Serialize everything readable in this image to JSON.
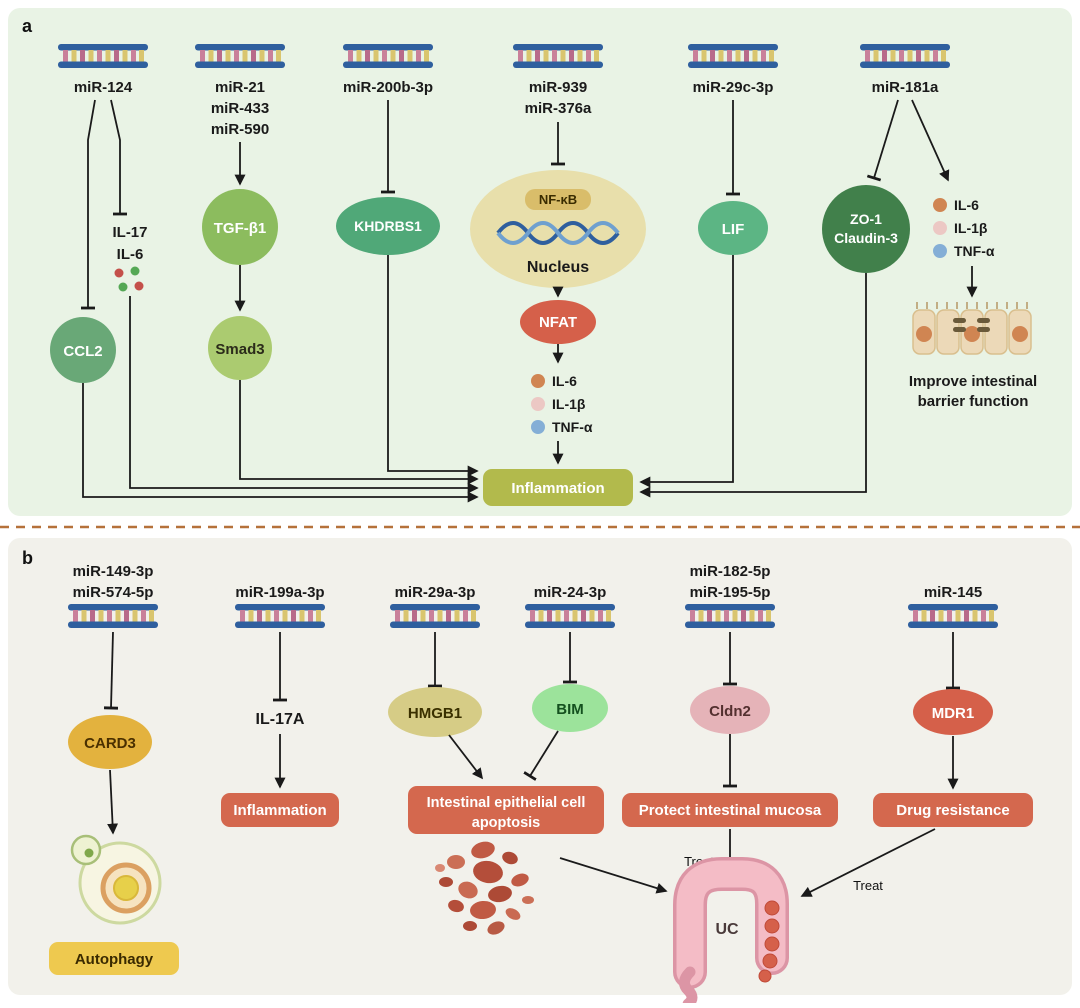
{
  "panel_a": {
    "label": "a",
    "mir_124": "miR-124",
    "mir_21": "miR-21",
    "mir_433": "miR-433",
    "mir_590": "miR-590",
    "mir_200b_3p": "miR-200b-3p",
    "mir_939": "miR-939",
    "mir_376a": "miR-376a",
    "mir_29c_3p": "miR-29c-3p",
    "mir_181a": "miR-181a",
    "il_17": "IL-17",
    "il_6": "IL-6",
    "ccl2": "CCL2",
    "tgf_b1": "TGF-β1",
    "smad3": "Smad3",
    "khdrbs1": "KHDRBS1",
    "nf_kb": "NF-κB",
    "nucleus": "Nucleus",
    "nfat": "NFAT",
    "nfat_il6": "IL-6",
    "nfat_il1b": "IL-1β",
    "nfat_tnfa": "TNF-α",
    "lif": "LIF",
    "zo_1": "ZO-1",
    "claudin_3": "Claudin-3",
    "barrier_il6": "IL-6",
    "barrier_il1b": "IL-1β",
    "barrier_tnfa": "TNF-α",
    "barrier_caption_line1": "Improve intestinal",
    "barrier_caption_line2": "barrier function",
    "inflammation": "Inflammation"
  },
  "panel_b": {
    "label": "b",
    "mir_149_3p": "miR-149-3p",
    "mir_574_5p": "miR-574-5p",
    "mir_199a_3p": "miR-199a-3p",
    "mir_29a_3p": "miR-29a-3p",
    "mir_24_3p": "miR-24-3p",
    "mir_182_5p": "miR-182-5p",
    "mir_195_5p": "miR-195-5p",
    "mir_145": "miR-145",
    "card3": "CARD3",
    "autophagy": "Autophagy",
    "il_17a": "IL-17A",
    "inflammation": "Inflammation",
    "hmgb1": "HMGB1",
    "bim": "BIM",
    "apoptosis_line1": "Intestinal epithelial cell",
    "apoptosis_line2": "apoptosis",
    "cldn2": "Cldn2",
    "protect_mucosa": "Protect intestinal mucosa",
    "mdr1": "MDR1",
    "drug_resistance": "Drug resistance",
    "treat_left": "Treat",
    "treat_right": "Treat",
    "uc": "UC"
  },
  "colors": {
    "panel_a_bg": "#e9f3e5",
    "panel_b_bg": "#f2f1eb",
    "divider": "#b5713a",
    "line": "#1a1a1a",
    "mirna_strand_blue": "#2f5f9e",
    "mirna_stripe_pink": "#c9809a",
    "mirna_stripe_gold": "#d9c56e",
    "ccl2_fill": "#69a877",
    "tgfb1_fill": "#8cbc5e",
    "smad3_fill": "#abcb70",
    "khdrbs1_fill": "#50a878",
    "nucleus_fill": "#e8dfab",
    "nfkb_fill": "#d9bd6a",
    "nfat_fill": "#d5604a",
    "lif_fill": "#5cb584",
    "zo1_fill": "#41804b",
    "inflammation_a_fill": "#b2ba4c",
    "il6_dot": "#d08552",
    "il1b_dot": "#ecc8c4",
    "tnfa_dot": "#84aed6",
    "card3_fill": "#e3b23e",
    "autophagy_fill": "#eec94f",
    "hmgb1_fill": "#d6cc86",
    "bim_fill": "#9ce39b",
    "cldn2_fill": "#e5b3b8",
    "mdr1_fill": "#d5604a",
    "red_box_fill": "#d4684e",
    "colon_fill": "#f4bcc6"
  }
}
